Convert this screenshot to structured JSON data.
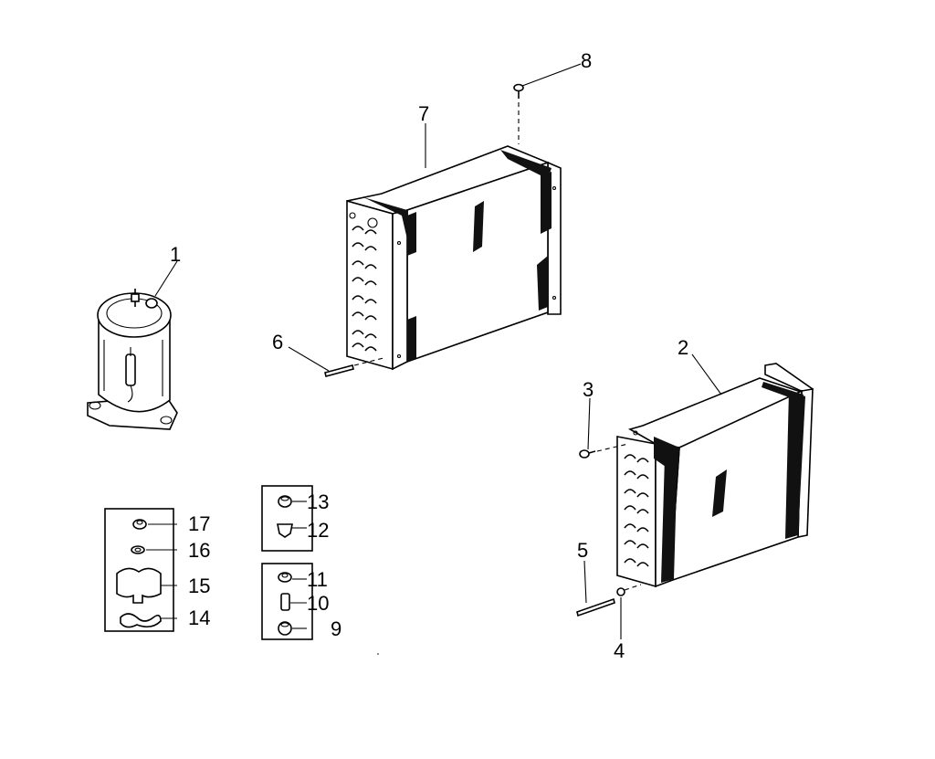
{
  "diagram": {
    "callouts": [
      {
        "id": "1",
        "text": "1"
      },
      {
        "id": "2",
        "text": "2"
      },
      {
        "id": "3",
        "text": "3"
      },
      {
        "id": "4",
        "text": "4"
      },
      {
        "id": "5",
        "text": "5"
      },
      {
        "id": "6",
        "text": "6"
      },
      {
        "id": "7",
        "text": "7"
      },
      {
        "id": "8",
        "text": "8"
      },
      {
        "id": "9",
        "text": "9"
      },
      {
        "id": "10",
        "text": "10"
      },
      {
        "id": "11",
        "text": "11"
      },
      {
        "id": "12",
        "text": "12"
      },
      {
        "id": "13",
        "text": "13"
      },
      {
        "id": "14",
        "text": "14"
      },
      {
        "id": "15",
        "text": "15"
      },
      {
        "id": "16",
        "text": "16"
      },
      {
        "id": "17",
        "text": "17"
      }
    ],
    "parts": {
      "compressor": "compressor-part",
      "condenser_coil": "condenser-coil-part",
      "evaporator_coil": "evaporator-coil-part",
      "mounting_kit_a": "mounting-hardware-group",
      "mounting_kit_b": "grommet-hardware-group",
      "mounting_kit_c": "bolt-hardware-group"
    },
    "colors": {
      "ink": "#000000",
      "paper": "#ffffff"
    }
  }
}
